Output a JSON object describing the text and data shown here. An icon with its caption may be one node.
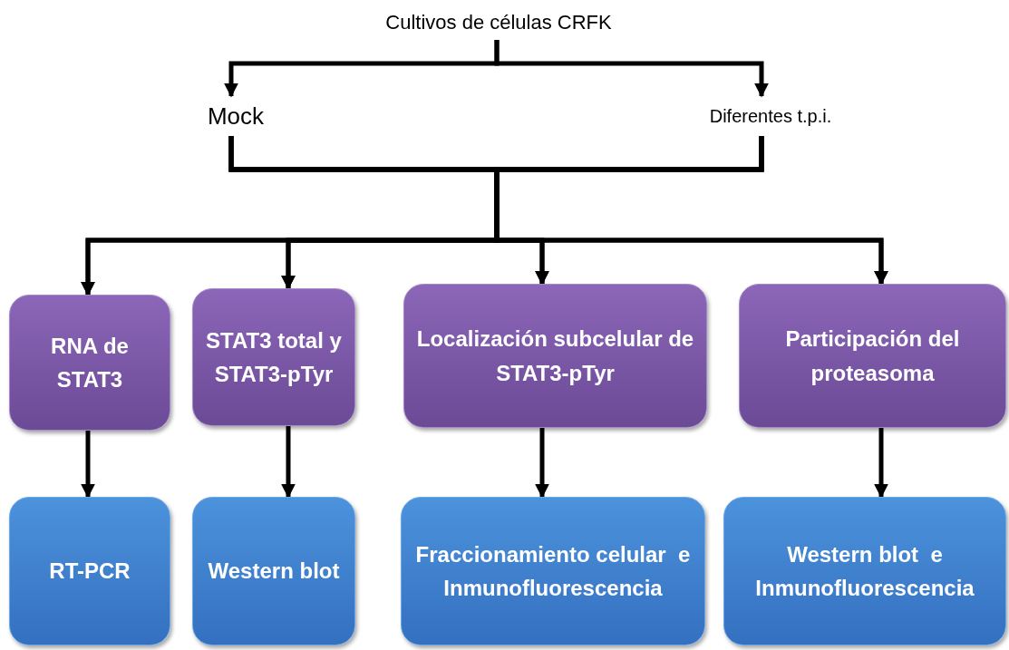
{
  "diagram": {
    "nodes": [
      {
        "text": [
          "Cultivos de células CRFK"
        ]
      },
      {
        "text": [
          "Mock"
        ]
      },
      {
        "text": [
          "Diferentes  t.p.i."
        ]
      },
      {
        "text": [
          "RNA de STAT3"
        ]
      },
      {
        "text": [
          "STAT3 total y STAT3-pTyr"
        ]
      },
      {
        "text": [
          "Localización subcelular de STAT3-pTyr"
        ]
      },
      {
        "text": [
          "Participación del proteasoma"
        ]
      },
      {
        "text": [
          "RT-PCR"
        ]
      },
      {
        "text": [
          "Western blot"
        ]
      },
      {
        "text": [
          "Fraccionamiento celular  e Inmunofluorescencia"
        ]
      },
      {
        "text": [
          "Western blot  e Inmunofluorescencia"
        ]
      }
    ],
    "edges": [
      {
        "from": 0,
        "to": 1,
        "arrow": "to"
      },
      {
        "from": 0,
        "to": 2,
        "arrow": "to"
      },
      {
        "from": 1,
        "to": 3,
        "arrow": "to"
      },
      {
        "from": 1,
        "to": 4,
        "arrow": "to"
      },
      {
        "from": 1,
        "to": 5,
        "arrow": "to"
      },
      {
        "from": 1,
        "to": 6,
        "arrow": "to"
      },
      {
        "from": 2,
        "to": 3,
        "arrow": "to"
      },
      {
        "from": 2,
        "to": 4,
        "arrow": "to"
      },
      {
        "from": 2,
        "to": 5,
        "arrow": "to"
      },
      {
        "from": 2,
        "to": 6,
        "arrow": "to"
      },
      {
        "from": 3,
        "to": 7,
        "arrow": "to"
      },
      {
        "from": 4,
        "to": 8,
        "arrow": "to"
      },
      {
        "from": 5,
        "to": 9,
        "arrow": "to"
      },
      {
        "from": 6,
        "to": 10,
        "arrow": "to"
      }
    ]
  }
}
